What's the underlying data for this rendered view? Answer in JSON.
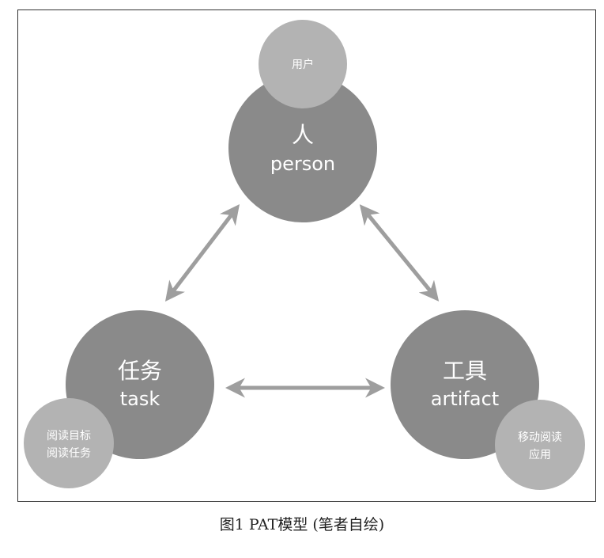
{
  "diagram": {
    "person": {
      "title": "人",
      "subtitle": "person",
      "badge": "用户"
    },
    "task": {
      "title": "任务",
      "subtitle": "task",
      "badge_line1": "阅读目标",
      "badge_line2": "阅读任务"
    },
    "artifact": {
      "title": "工具",
      "subtitle": "artifact",
      "badge_line1": "移动阅读",
      "badge_line2": "应用"
    }
  },
  "caption": "图1 PAT模型 (笔者自绘)",
  "colors": {
    "main_circle": "#8a8a8a",
    "badge_circle": "#b3b3b3",
    "arrow": "#9e9e9e",
    "border": "#333333"
  }
}
